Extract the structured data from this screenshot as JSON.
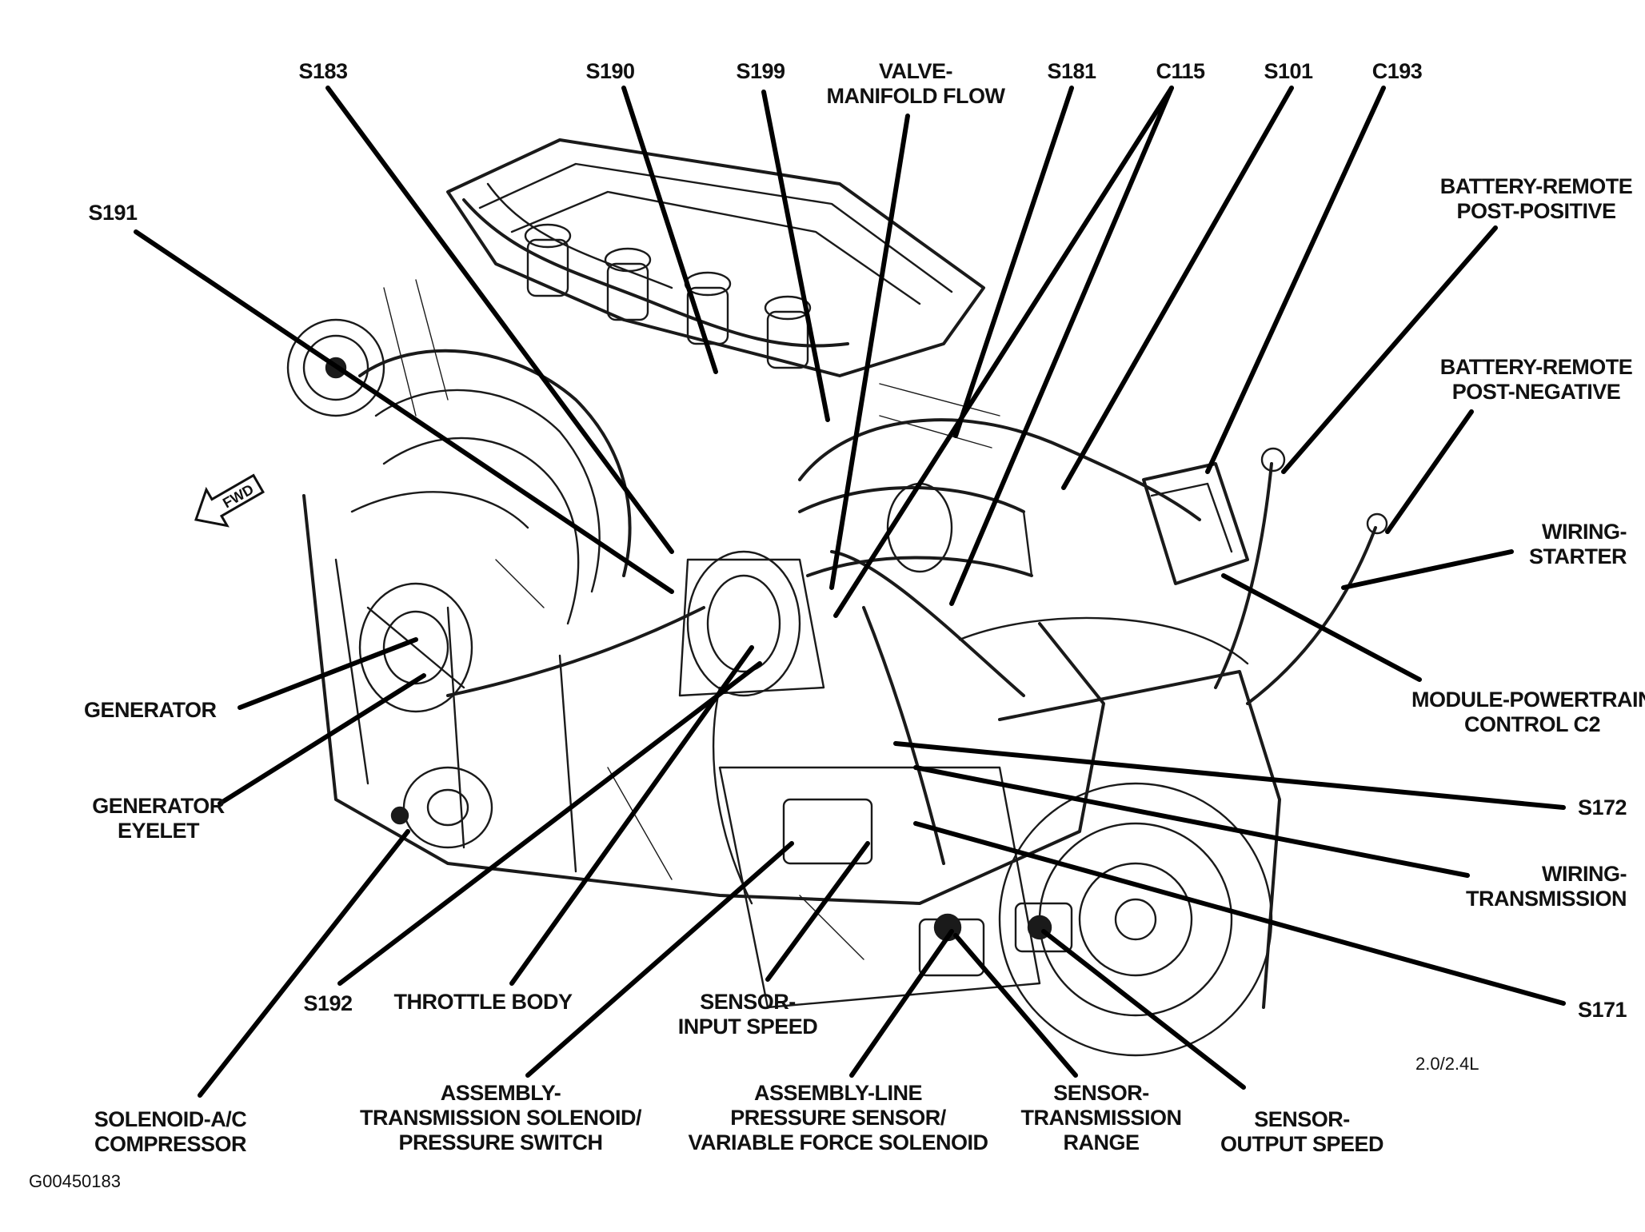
{
  "labels": {
    "s183": "S183",
    "s190": "S190",
    "s199": "S199",
    "valve_line1": "VALVE-",
    "valve_line2": "MANIFOLD FLOW",
    "s181": "S181",
    "c115": "C115",
    "s101": "S101",
    "c193": "C193",
    "s191": "S191",
    "battery_pos_line1": "BATTERY-REMOTE",
    "battery_pos_line2": "POST-POSITIVE",
    "battery_neg_line1": "BATTERY-REMOTE",
    "battery_neg_line2": "POST-NEGATIVE",
    "wiring_starter_line1": "WIRING-",
    "wiring_starter_line2": "STARTER",
    "module_line1": "MODULE-POWERTRAIN",
    "module_line2": "CONTROL C2",
    "generator": "GENERATOR",
    "generator_eyelet_line1": "GENERATOR",
    "generator_eyelet_line2": "EYELET",
    "s172": "S172",
    "wiring_trans_line1": "WIRING-",
    "wiring_trans_line2": "TRANSMISSION",
    "s171": "S171",
    "s192": "S192",
    "throttle_body": "THROTTLE BODY",
    "sensor_input_line1": "SENSOR-",
    "sensor_input_line2": "INPUT SPEED",
    "engine_size": "2.0/2.4L",
    "solenoid_line1": "SOLENOID-A/C",
    "solenoid_line2": "COMPRESSOR",
    "assembly_trans_line1": "ASSEMBLY-",
    "assembly_trans_line2": "TRANSMISSION SOLENOID/",
    "assembly_trans_line3": "PRESSURE SWITCH",
    "assembly_line_line1": "ASSEMBLY-LINE",
    "assembly_line_line2": "PRESSURE SENSOR/",
    "assembly_line_line3": "VARIABLE FORCE SOLENOID",
    "sensor_range_line1": "SENSOR-",
    "sensor_range_line2": "TRANSMISSION",
    "sensor_range_line3": "RANGE",
    "sensor_output_line1": "SENSOR-",
    "sensor_output_line2": "OUTPUT SPEED",
    "fwd_arrow": "FWD"
  },
  "figure_id": "G00450183",
  "colors": {
    "ink": "#111111",
    "background": "#ffffff"
  }
}
